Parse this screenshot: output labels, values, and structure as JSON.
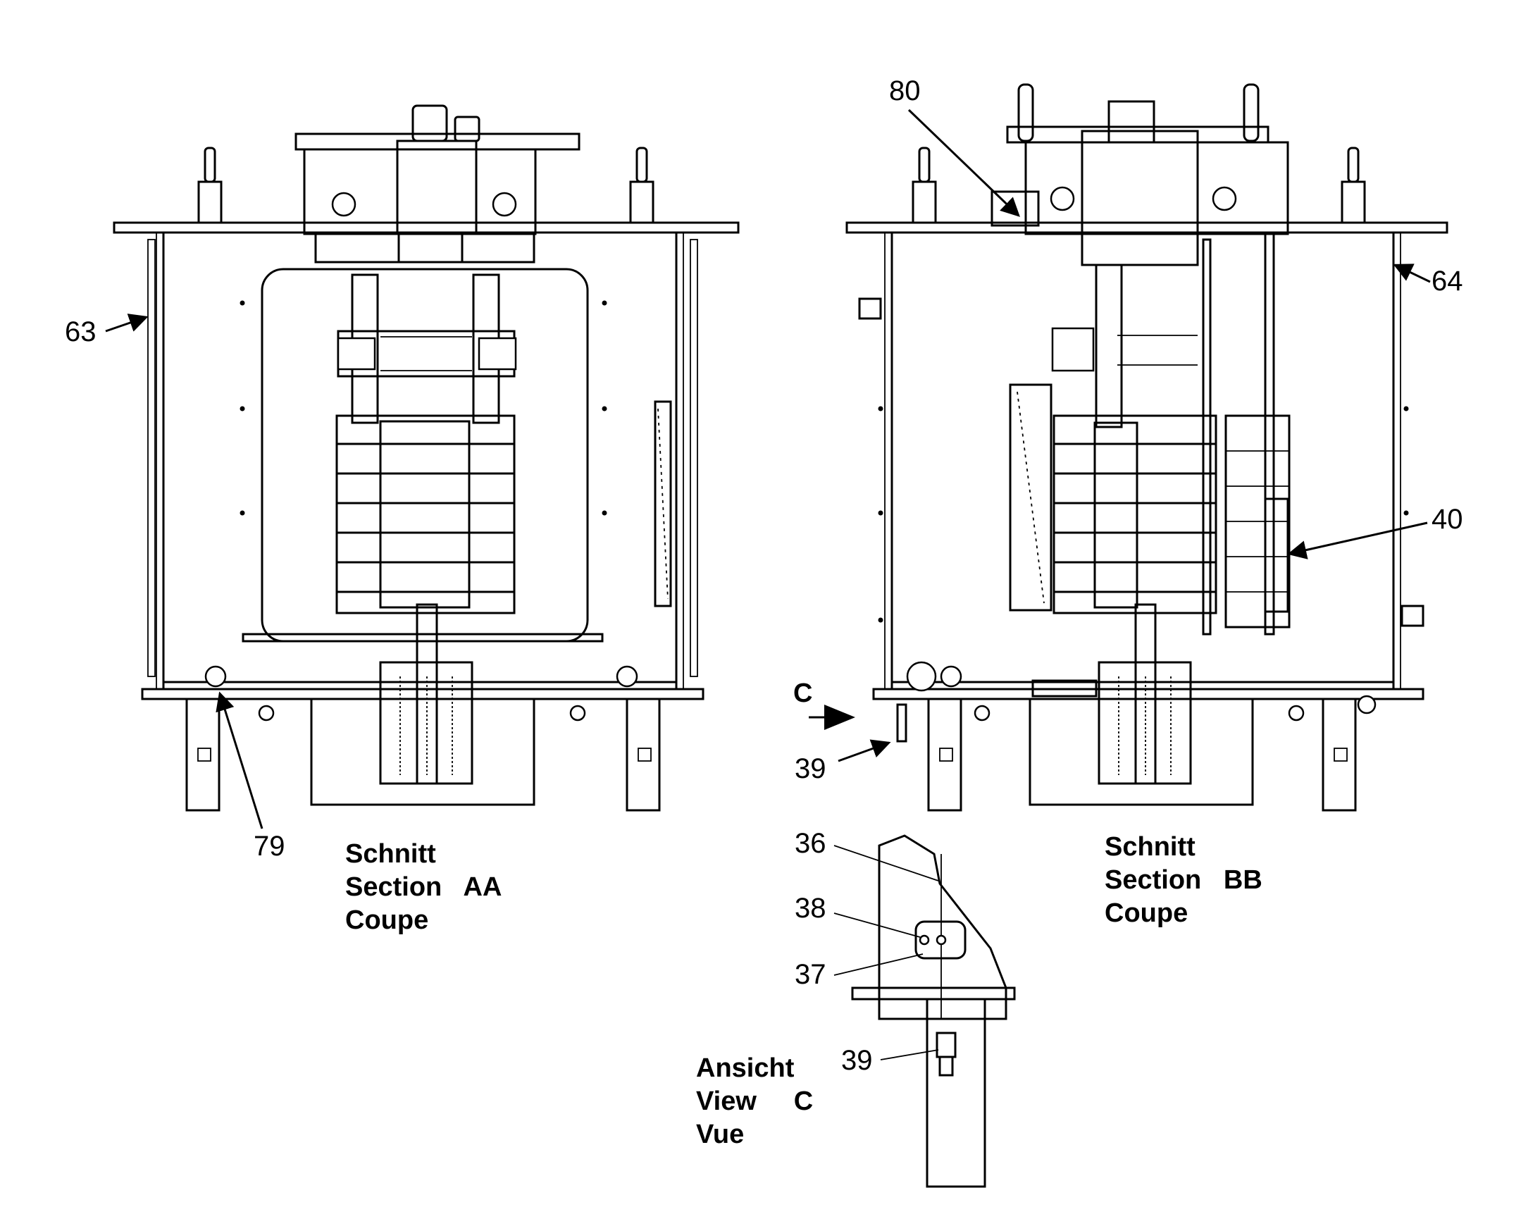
{
  "section_aa": {
    "caption": [
      "Schnitt",
      "Section   AA",
      "Coupe"
    ],
    "callouts": [
      "63",
      "79"
    ]
  },
  "section_bb": {
    "caption": [
      "Schnitt",
      "Section   BB",
      "Coupe"
    ],
    "callouts": [
      "80",
      "64",
      "40",
      "39"
    ],
    "view_marker": "C"
  },
  "view_c": {
    "caption": [
      "Ansicht",
      "View     C",
      "Vue"
    ],
    "callouts": [
      "36",
      "38",
      "37",
      "39"
    ]
  }
}
